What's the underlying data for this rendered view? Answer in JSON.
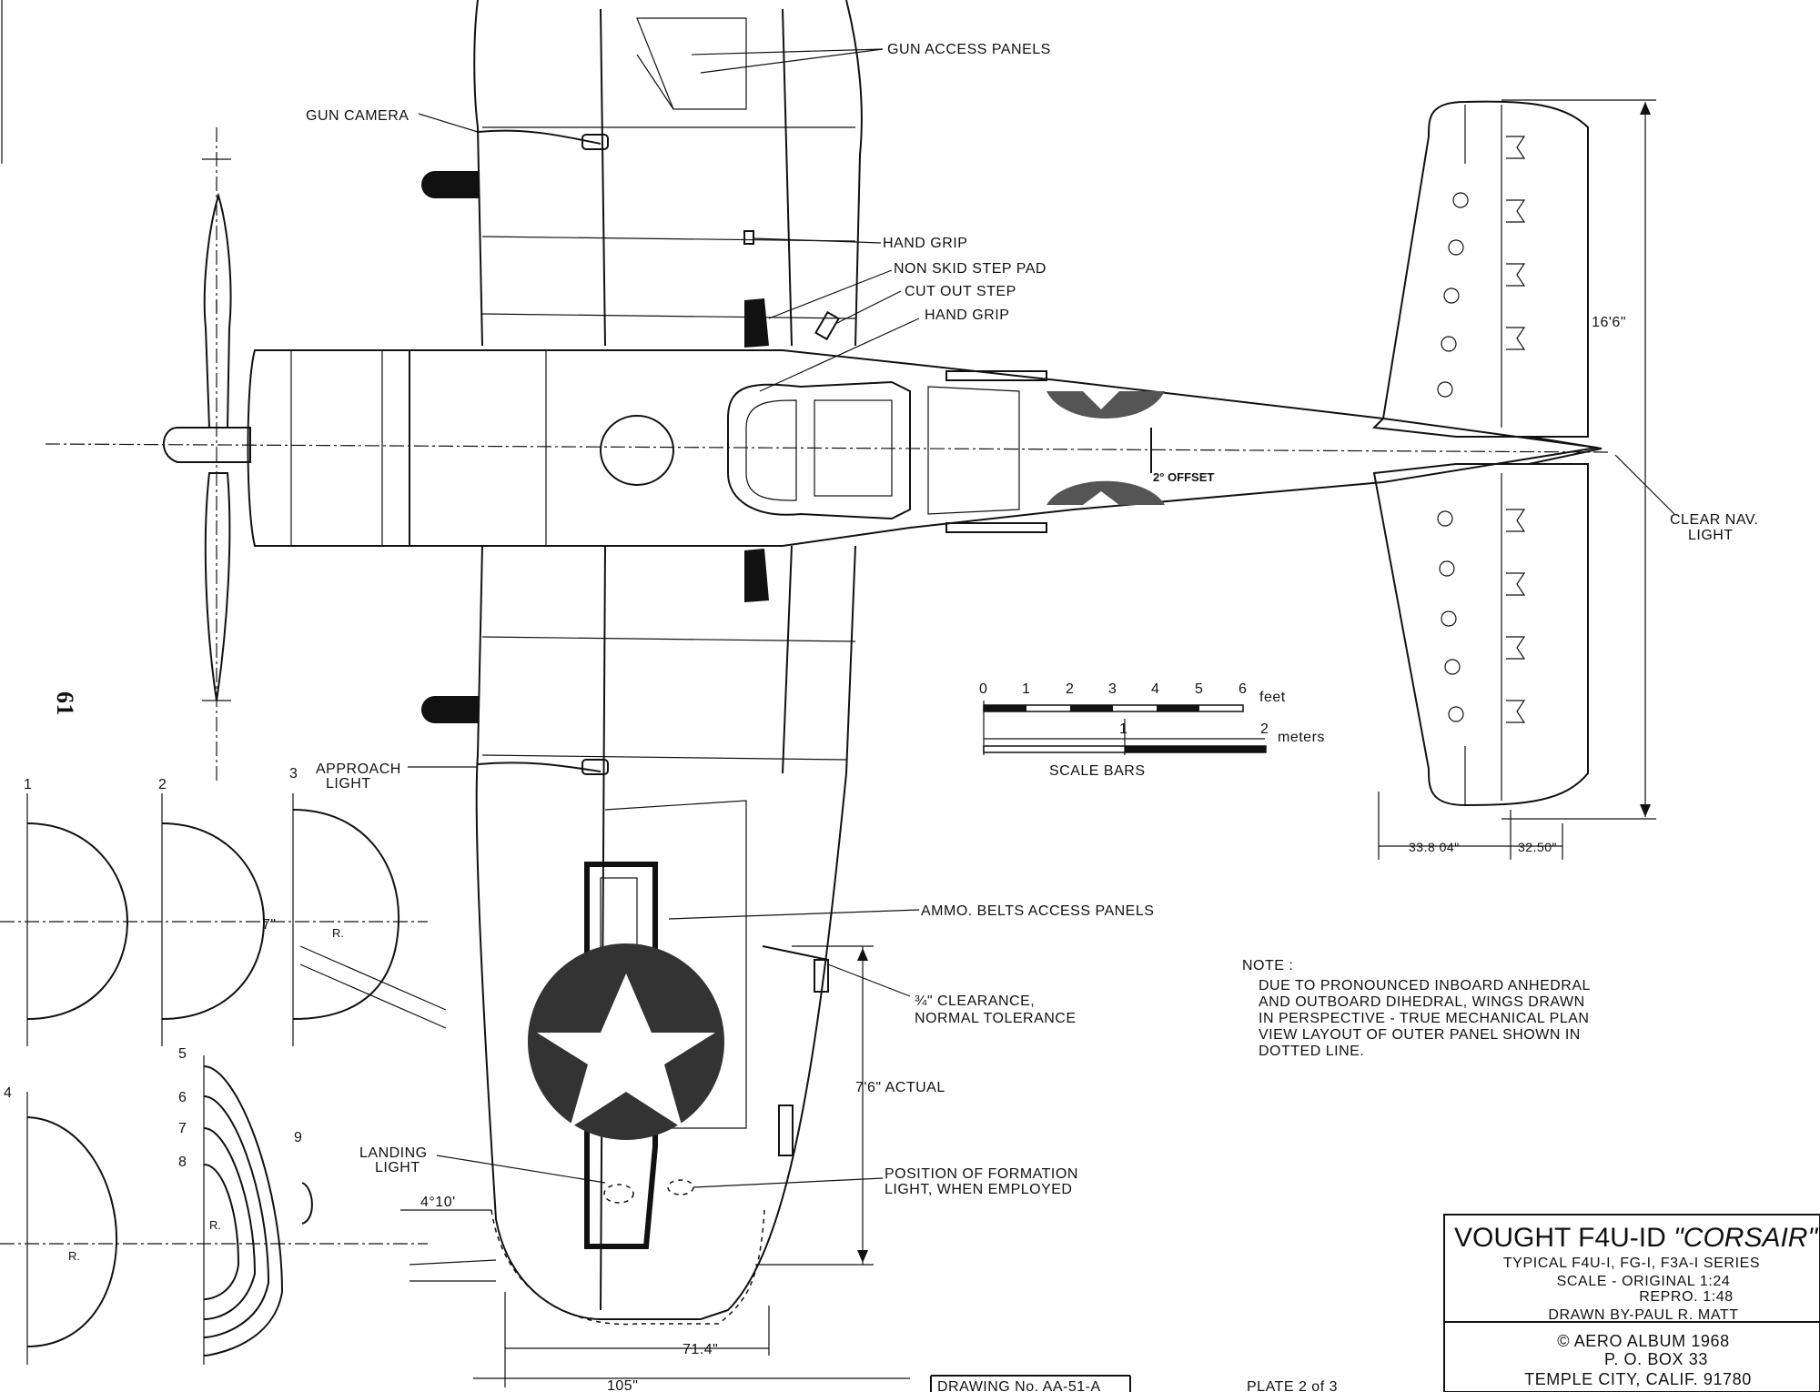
{
  "page_number": "61",
  "callouts": {
    "gun_access_panels": "GUN ACCESS PANELS",
    "gun_camera": "GUN CAMERA",
    "hand_grip_1": "HAND GRIP",
    "non_skid_step_pad": "NON SKID STEP PAD",
    "cut_out_step": "CUT OUT STEP",
    "hand_grip_2": "HAND GRIP",
    "clear_nav_light_1": "CLEAR NAV.",
    "clear_nav_light_2": "LIGHT",
    "approach_light_1": "APPROACH",
    "approach_light_2": "LIGHT",
    "ammo_belts": "AMMO. BELTS ACCESS PANELS",
    "clearance_1": "¾\" CLEARANCE,",
    "clearance_2": "NORMAL TOLERANCE",
    "landing_light_1": "LANDING",
    "landing_light_2": "LIGHT",
    "formation_light_1": "POSITION OF FORMATION",
    "formation_light_2": "LIGHT, WHEN EMPLOYED",
    "offset": "2° OFFSET"
  },
  "dimensions": {
    "tail_span": "16'6\"",
    "stab_left": "33.8 04\"",
    "stab_right": "32.50\"",
    "wing_actual": "7'6\" ACTUAL",
    "dihedral_angle": "4°10'",
    "span_71": "71.4\"",
    "span_105": "105\"",
    "tip_7": "7\"",
    "radius": "R."
  },
  "scale_bars": {
    "feet_ticks": [
      "0",
      "1",
      "2",
      "3",
      "4",
      "5",
      "6"
    ],
    "feet_unit": "feet",
    "meter_tick": "1",
    "meter_end": "2",
    "meter_unit": "meters",
    "caption": "SCALE BARS"
  },
  "sections": [
    "1",
    "2",
    "3",
    "4",
    "5",
    "6",
    "7",
    "8",
    "9"
  ],
  "note": {
    "heading": "NOTE :",
    "lines": [
      "DUE TO PRONOUNCED INBOARD ANHEDRAL",
      "AND OUTBOARD DIHEDRAL, WINGS DRAWN",
      "IN PERSPECTIVE - TRUE MECHANICAL PLAN",
      "VIEW LAYOUT OF OUTER PANEL SHOWN IN",
      "DOTTED LINE."
    ]
  },
  "title_block": {
    "title_plain": "VOUGHT F4U-ID ",
    "title_italic": "\"CORSAIR\"",
    "series": "TYPICAL F4U-I, FG-I, F3A-I SERIES",
    "scale_original": "SCALE - ORIGINAL  1:24",
    "scale_repro": "REPRO.  1:48",
    "drawn_by": "DRAWN BY-PAUL R. MATT",
    "publisher": "© AERO ALBUM  1968",
    "po_box": "P. O. BOX 33",
    "city": "TEMPLE CITY, CALIF. 91780"
  },
  "footer": {
    "drawing_no": "DRAWING No. AA-51-A",
    "plate": "PLATE 2 of 3"
  }
}
